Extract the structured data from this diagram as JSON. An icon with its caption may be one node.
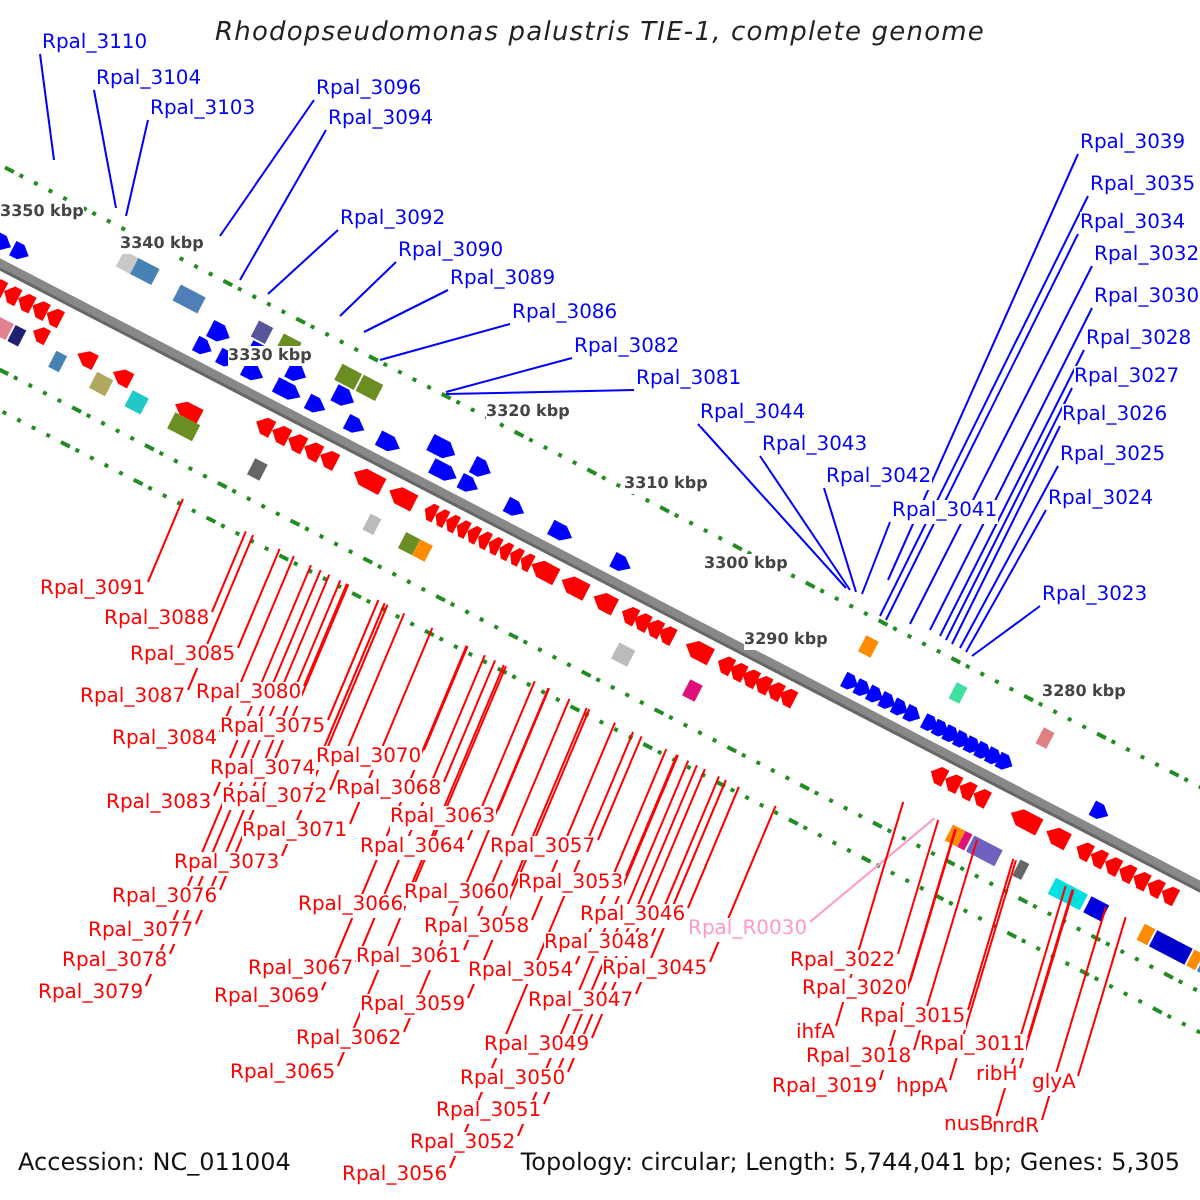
{
  "diagram": {
    "title": "Rhodopseudomonas palustris TIE-1, complete genome",
    "nodes": [
      {
        "text": [
          "Rpal_3110"
        ]
      },
      {
        "text": [
          "Rpal_3104"
        ]
      },
      {
        "text": [
          "Rpal_3103"
        ]
      },
      {
        "text": [
          "Rpal_3096"
        ]
      },
      {
        "text": [
          "Rpal_3094"
        ]
      },
      {
        "text": [
          "Rpal_3092"
        ]
      },
      {
        "text": [
          "Rpal_3090"
        ]
      },
      {
        "text": [
          "Rpal_3089"
        ]
      },
      {
        "text": [
          "Rpal_3086"
        ]
      },
      {
        "text": [
          "Rpal_3082"
        ]
      },
      {
        "text": [
          "Rpal_3081"
        ]
      },
      {
        "text": [
          "Rpal_3044"
        ]
      },
      {
        "text": [
          "Rpal_3043"
        ]
      },
      {
        "text": [
          "Rpal_3042"
        ]
      },
      {
        "text": [
          "Rpal_3041"
        ]
      },
      {
        "text": [
          "Rpal_3039"
        ]
      },
      {
        "text": [
          "Rpal_3035"
        ]
      },
      {
        "text": [
          "Rpal_3034"
        ]
      },
      {
        "text": [
          "Rpal_3032"
        ]
      },
      {
        "text": [
          "Rpal_3030"
        ]
      },
      {
        "text": [
          "Rpal_3028"
        ]
      },
      {
        "text": [
          "Rpal_3027"
        ]
      },
      {
        "text": [
          "Rpal_3026"
        ]
      },
      {
        "text": [
          "Rpal_3025"
        ]
      },
      {
        "text": [
          "Rpal_3024"
        ]
      },
      {
        "text": [
          "Rpal_3023"
        ]
      },
      {
        "text": [
          "Rpal_3091"
        ]
      },
      {
        "text": [
          "Rpal_3088"
        ]
      },
      {
        "text": [
          "Rpal_3085"
        ]
      },
      {
        "text": [
          "Rpal_3087"
        ]
      },
      {
        "text": [
          "Rpal_3080"
        ]
      },
      {
        "text": [
          "Rpal_3075"
        ]
      },
      {
        "text": [
          "Rpal_3084"
        ]
      },
      {
        "text": [
          "Rpal_3070"
        ]
      },
      {
        "text": [
          "Rpal_3074"
        ]
      },
      {
        "text": [
          "Rpal_3068"
        ]
      },
      {
        "text": [
          "Rpal_3083"
        ]
      },
      {
        "text": [
          "Rpal_3072"
        ]
      },
      {
        "text": [
          "Rpal_3063"
        ]
      },
      {
        "text": [
          "Rpal_3071"
        ]
      },
      {
        "text": [
          "Rpal_3064"
        ]
      },
      {
        "text": [
          "Rpal_3057"
        ]
      },
      {
        "text": [
          "Rpal_3073"
        ]
      },
      {
        "text": [
          "Rpal_3053"
        ]
      },
      {
        "text": [
          "Rpal_3060"
        ]
      },
      {
        "text": [
          "Rpal_3076"
        ]
      },
      {
        "text": [
          "Rpal_3066"
        ]
      },
      {
        "text": [
          "Rpal_3046"
        ]
      },
      {
        "text": [
          "Rpal_3058"
        ]
      },
      {
        "text": [
          "Rpal_R0030"
        ]
      },
      {
        "text": [
          "Rpal_3077"
        ]
      },
      {
        "text": [
          "Rpal_3048"
        ]
      },
      {
        "text": [
          "Rpal_3061"
        ]
      },
      {
        "text": [
          "Rpal_3022"
        ]
      },
      {
        "text": [
          "Rpal_3078"
        ]
      },
      {
        "text": [
          "Rpal_3045"
        ]
      },
      {
        "text": [
          "Rpal_3067"
        ]
      },
      {
        "text": [
          "Rpal_3054"
        ]
      },
      {
        "text": [
          "Rpal_3020"
        ]
      },
      {
        "text": [
          "Rpal_3079"
        ]
      },
      {
        "text": [
          "Rpal_3069"
        ]
      },
      {
        "text": [
          "Rpal_3047"
        ]
      },
      {
        "text": [
          "Rpal_3059"
        ]
      },
      {
        "text": [
          "Rpal_3015"
        ]
      },
      {
        "text": [
          "ihfA"
        ]
      },
      {
        "text": [
          "Rpal_3062"
        ]
      },
      {
        "text": [
          "Rpal_3049"
        ]
      },
      {
        "text": [
          "Rpal_3011"
        ]
      },
      {
        "text": [
          "Rpal_3018"
        ]
      },
      {
        "text": [
          "Rpal_3065"
        ]
      },
      {
        "text": [
          "ribH"
        ]
      },
      {
        "text": [
          "Rpal_3050"
        ]
      },
      {
        "text": [
          "glyA"
        ]
      },
      {
        "text": [
          "Rpal_3019"
        ]
      },
      {
        "text": [
          "hppA"
        ]
      },
      {
        "text": [
          "Rpal_3051"
        ]
      },
      {
        "text": [
          "nusB"
        ]
      },
      {
        "text": [
          "nrdR"
        ]
      },
      {
        "text": [
          "Rpal_3052"
        ]
      },
      {
        "text": [
          "Rpal_3056"
        ]
      }
    ],
    "edges": [
      {
        "from": 0,
        "to": null,
        "arrow": "none",
        "color": "#0000ff"
      },
      {
        "from": 1,
        "to": null,
        "arrow": "none",
        "color": "#0000ff"
      },
      {
        "from": 2,
        "to": null,
        "arrow": "none",
        "color": "#0000ff"
      },
      {
        "from": 3,
        "to": null,
        "arrow": "none",
        "color": "#0000ff"
      },
      {
        "from": 4,
        "to": null,
        "arrow": "none",
        "color": "#0000ff"
      },
      {
        "from": 5,
        "to": null,
        "arrow": "none",
        "color": "#0000ff"
      },
      {
        "from": 6,
        "to": null,
        "arrow": "none",
        "color": "#0000ff"
      },
      {
        "from": 7,
        "to": null,
        "arrow": "none",
        "color": "#0000ff"
      },
      {
        "from": 8,
        "to": null,
        "arrow": "none",
        "color": "#0000ff"
      },
      {
        "from": 9,
        "to": null,
        "arrow": "none",
        "color": "#0000ff"
      },
      {
        "from": 10,
        "to": null,
        "arrow": "none",
        "color": "#0000ff"
      },
      {
        "from": 11,
        "to": null,
        "arrow": "none",
        "color": "#0000ff"
      },
      {
        "from": 12,
        "to": null,
        "arrow": "none",
        "color": "#0000ff"
      },
      {
        "from": 13,
        "to": null,
        "arrow": "none",
        "color": "#0000ff"
      },
      {
        "from": 14,
        "to": null,
        "arrow": "none",
        "color": "#0000ff"
      },
      {
        "from": 15,
        "to": null,
        "arrow": "none",
        "color": "#0000ff"
      },
      {
        "from": 16,
        "to": null,
        "arrow": "none",
        "color": "#0000ff"
      },
      {
        "from": 17,
        "to": null,
        "arrow": "none",
        "color": "#0000ff"
      },
      {
        "from": 18,
        "to": null,
        "arrow": "none",
        "color": "#0000ff"
      },
      {
        "from": 19,
        "to": null,
        "arrow": "none",
        "color": "#0000ff"
      },
      {
        "from": 20,
        "to": null,
        "arrow": "none",
        "color": "#0000ff"
      },
      {
        "from": 21,
        "to": null,
        "arrow": "none",
        "color": "#0000ff"
      },
      {
        "from": 22,
        "to": null,
        "arrow": "none",
        "color": "#0000ff"
      },
      {
        "from": 23,
        "to": null,
        "arrow": "none",
        "color": "#0000ff"
      },
      {
        "from": 24,
        "to": null,
        "arrow": "none",
        "color": "#0000ff"
      },
      {
        "from": 25,
        "to": null,
        "arrow": "none",
        "color": "#0000ff"
      },
      {
        "from": 26,
        "to": null,
        "arrow": "none"
      },
      {
        "from": 27,
        "to": null,
        "arrow": "none"
      },
      {
        "from": 28,
        "to": null,
        "arrow": "none"
      },
      {
        "from": 29,
        "to": null,
        "arrow": "none"
      },
      {
        "from": 30,
        "to": null,
        "arrow": "none"
      },
      {
        "from": 31,
        "to": null,
        "arrow": "none"
      },
      {
        "from": 32,
        "to": null,
        "arrow": "none"
      },
      {
        "from": 33,
        "to": null,
        "arrow": "none"
      },
      {
        "from": 34,
        "to": null,
        "arrow": "none"
      },
      {
        "from": 35,
        "to": null,
        "arrow": "none"
      },
      {
        "from": 36,
        "to": null,
        "arrow": "none"
      },
      {
        "from": 37,
        "to": null,
        "arrow": "none"
      },
      {
        "from": 38,
        "to": null,
        "arrow": "none"
      },
      {
        "from": 39,
        "to": null,
        "arrow": "none"
      },
      {
        "from": 40,
        "to": null,
        "arrow": "none"
      },
      {
        "from": 41,
        "to": null,
        "arrow": "none"
      },
      {
        "from": 42,
        "to": null,
        "arrow": "none"
      },
      {
        "from": 43,
        "to": null,
        "arrow": "none"
      },
      {
        "from": 44,
        "to": null,
        "arrow": "none"
      },
      {
        "from": 45,
        "to": null,
        "arrow": "none"
      },
      {
        "from": 46,
        "to": null,
        "arrow": "none"
      },
      {
        "from": 47,
        "to": null,
        "arrow": "none"
      },
      {
        "from": 48,
        "to": null,
        "arrow": "none"
      },
      {
        "from": 49,
        "to": null,
        "arrow": "none",
        "color": "#ff99cc"
      },
      {
        "from": 50,
        "to": null,
        "arrow": "none"
      },
      {
        "from": 51,
        "to": null,
        "arrow": "none"
      },
      {
        "from": 52,
        "to": null,
        "arrow": "none"
      },
      {
        "from": 53,
        "to": null,
        "arrow": "none"
      },
      {
        "from": 54,
        "to": null,
        "arrow": "none"
      },
      {
        "from": 55,
        "to": null,
        "arrow": "none"
      },
      {
        "from": 56,
        "to": null,
        "arrow": "none"
      },
      {
        "from": 57,
        "to": null,
        "arrow": "none"
      },
      {
        "from": 58,
        "to": null,
        "arrow": "none"
      },
      {
        "from": 59,
        "to": null,
        "arrow": "none"
      },
      {
        "from": 60,
        "to": null,
        "arrow": "none"
      },
      {
        "from": 61,
        "to": null,
        "arrow": "none"
      },
      {
        "from": 62,
        "to": null,
        "arrow": "none"
      },
      {
        "from": 63,
        "to": null,
        "arrow": "none"
      },
      {
        "from": 64,
        "to": null,
        "arrow": "none"
      },
      {
        "from": 65,
        "to": null,
        "arrow": "none"
      },
      {
        "from": 66,
        "to": null,
        "arrow": "none"
      },
      {
        "from": 67,
        "to": null,
        "arrow": "none"
      },
      {
        "from": 68,
        "to": null,
        "arrow": "none"
      },
      {
        "from": 69,
        "to": null,
        "arrow": "none"
      },
      {
        "from": 70,
        "to": null,
        "arrow": "none"
      },
      {
        "from": 71,
        "to": null,
        "arrow": "none"
      },
      {
        "from": 72,
        "to": null,
        "arrow": "none"
      },
      {
        "from": 73,
        "to": null,
        "arrow": "none"
      },
      {
        "from": 74,
        "to": null,
        "arrow": "none"
      },
      {
        "from": 75,
        "to": null,
        "arrow": "none"
      },
      {
        "from": 76,
        "to": null,
        "arrow": "none"
      },
      {
        "from": 77,
        "to": null,
        "arrow": "none"
      },
      {
        "from": 78,
        "to": null,
        "arrow": "none"
      },
      {
        "from": 79,
        "to": null,
        "arrow": "none"
      }
    ],
    "labels": [
      "3350 kbp",
      "3340 kbp",
      "3330 kbp",
      "3320 kbp",
      "3310 kbp",
      "3300 kbp",
      "3290 kbp",
      "3280 kbp",
      "Accession: NC_011004",
      "Topology: circular; Length: 5,744,041 bp; Genes: 5,305"
    ]
  }
}
